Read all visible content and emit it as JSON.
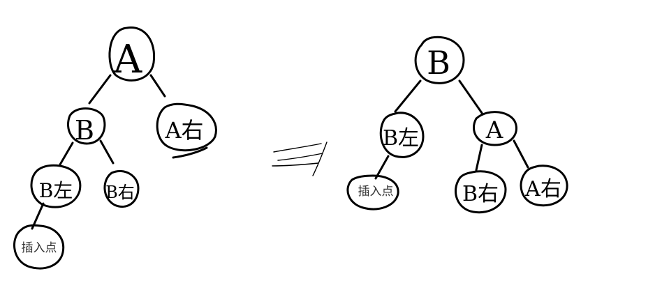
{
  "before": {
    "nodes": {
      "A": "A",
      "B": "B",
      "A_right": "A右",
      "B_left": "B左",
      "B_right": "B右",
      "insert": "插入点"
    }
  },
  "after": {
    "nodes": {
      "B": "B",
      "A": "A",
      "B_left": "B左",
      "insert": "插入点",
      "B_right": "B右",
      "A_right": "A右"
    }
  },
  "colors": {
    "ink": "#000000",
    "background": "#ffffff"
  }
}
